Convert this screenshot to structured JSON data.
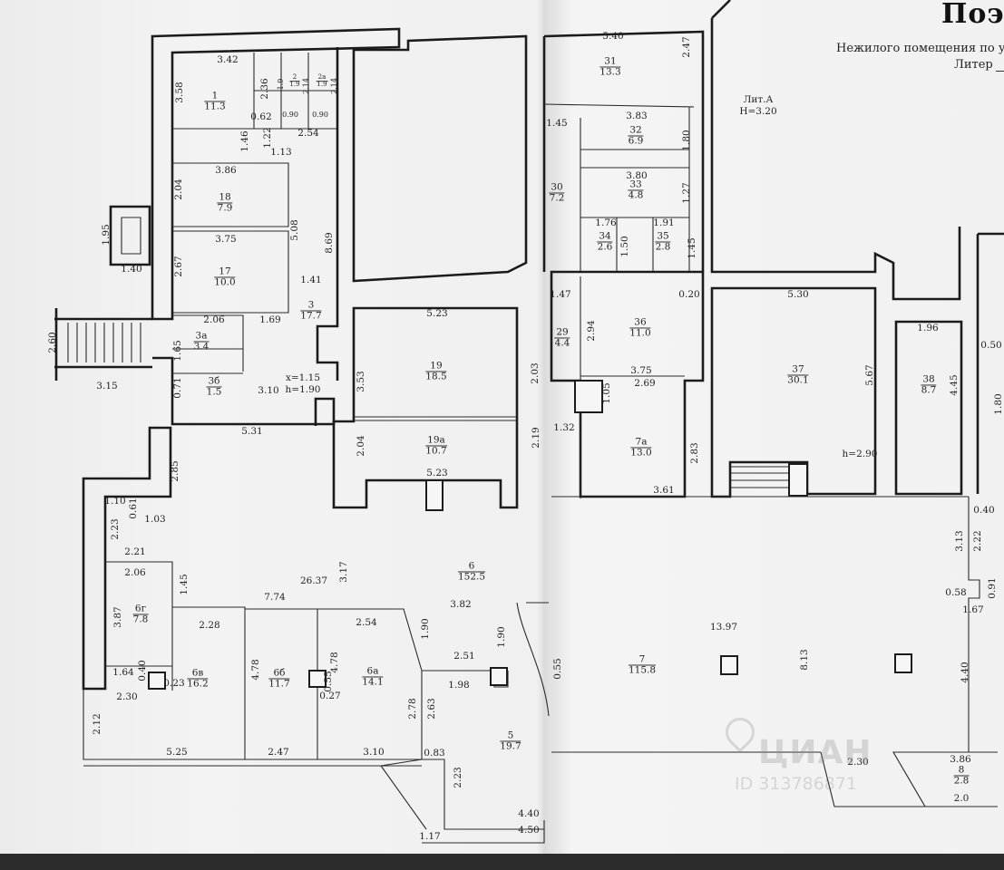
{
  "title": {
    "main": "Поэт",
    "subtitle": "Нежилого помещения по ул",
    "liter_label": "Литер"
  },
  "annotations": {
    "lit_a": "Лит.А",
    "height_main": "Н=3.20",
    "x_note": "x=1.15",
    "h_note": "h=1.90",
    "h_note2": "h=2.90"
  },
  "rooms": [
    {
      "id": "r1",
      "num": "1",
      "area": "11.3"
    },
    {
      "id": "r2",
      "num": "2",
      "area": "1.9"
    },
    {
      "id": "r2a",
      "num": "2а",
      "area": "1.9"
    },
    {
      "id": "r3",
      "num": "3",
      "area": "17.7"
    },
    {
      "id": "r3a",
      "num": "3а",
      "area": "3.4"
    },
    {
      "id": "r3b",
      "num": "3б",
      "area": "1.5"
    },
    {
      "id": "r5",
      "num": "5",
      "area": "19.7"
    },
    {
      "id": "r6",
      "num": "6",
      "area": "152.5"
    },
    {
      "id": "r6a",
      "num": "6а",
      "area": "14.1"
    },
    {
      "id": "r6b",
      "num": "6б",
      "area": "11.7"
    },
    {
      "id": "r6v",
      "num": "6в",
      "area": "16.2"
    },
    {
      "id": "r6g",
      "num": "6г",
      "area": "7.8"
    },
    {
      "id": "r7",
      "num": "7",
      "area": "115.8"
    },
    {
      "id": "r7a",
      "num": "7а",
      "area": "13.0"
    },
    {
      "id": "r8",
      "num": "8",
      "area": "2.8"
    },
    {
      "id": "r17",
      "num": "17",
      "area": "10.0"
    },
    {
      "id": "r18",
      "num": "18",
      "area": "7.9"
    },
    {
      "id": "r19",
      "num": "19",
      "area": "18.5"
    },
    {
      "id": "r19a",
      "num": "19а",
      "area": "10.7"
    },
    {
      "id": "r29",
      "num": "29",
      "area": "4.4"
    },
    {
      "id": "r30",
      "num": "30",
      "area": "7.2"
    },
    {
      "id": "r31",
      "num": "31",
      "area": "13.3"
    },
    {
      "id": "r32",
      "num": "32",
      "area": "6.9"
    },
    {
      "id": "r33",
      "num": "33",
      "area": "4.8"
    },
    {
      "id": "r34",
      "num": "34",
      "area": "2.6"
    },
    {
      "id": "r35",
      "num": "35",
      "area": "2.8"
    },
    {
      "id": "r36",
      "num": "36",
      "area": "11.0"
    },
    {
      "id": "r37",
      "num": "37",
      "area": "30.1"
    },
    {
      "id": "r38",
      "num": "38",
      "area": "8.7"
    }
  ],
  "dimensions": [
    "3.42",
    "3.58",
    "2.36",
    "0.62",
    "0.90",
    "0.90",
    "1.46",
    "1.22",
    "2.54",
    "1.13",
    "3.86",
    "2.04",
    "5.08",
    "8.69",
    "3.75",
    "2.67",
    "1.41",
    "1.95",
    "1.40",
    "2.60",
    "2.06",
    "1.69",
    "1.65",
    "0.71",
    "3.10",
    "3.15",
    "5.31",
    "2.85",
    "5.40",
    "2.47",
    "1.45",
    "3.83",
    "1.80",
    "3.80",
    "1.27",
    "1.76",
    "1.91",
    "1.50",
    "1.45",
    "1.47",
    "0.20",
    "2.94",
    "3.75",
    "2.69",
    "1.05",
    "1.32",
    "2.83",
    "3.61",
    "5.23",
    "3.53",
    "2.03",
    "2.04",
    "2.19",
    "5.23",
    "5.30",
    "5.67",
    "1.96",
    "4.45",
    "0.50",
    "1.80",
    "0.40",
    "3.13",
    "2.22",
    "0.91",
    "0.58",
    "1.67",
    "4.40",
    "1.10",
    "0.61",
    "1.03",
    "2.23",
    "2.21",
    "2.06",
    "1.45",
    "26.37",
    "3.17",
    "7.74",
    "3.87",
    "2.28",
    "2.54",
    "1.90",
    "3.82",
    "1.90",
    "2.51",
    "1.98",
    "0.55",
    "0.55",
    "4.78",
    "4.78",
    "0.27",
    "1.64",
    "0.40",
    "0.23",
    "2.30",
    "2.78",
    "2.63",
    "2.12",
    "5.25",
    "2.47",
    "3.10",
    "0.83",
    "2.23",
    "4.40",
    "4.50",
    "1.17",
    "13.97",
    "8.13",
    "2.30",
    "3.86",
    "2.0",
    "1.9",
    "2.14",
    "2.14"
  ],
  "watermark": {
    "brand": "ЦИАН",
    "id": "ID 313786871"
  }
}
